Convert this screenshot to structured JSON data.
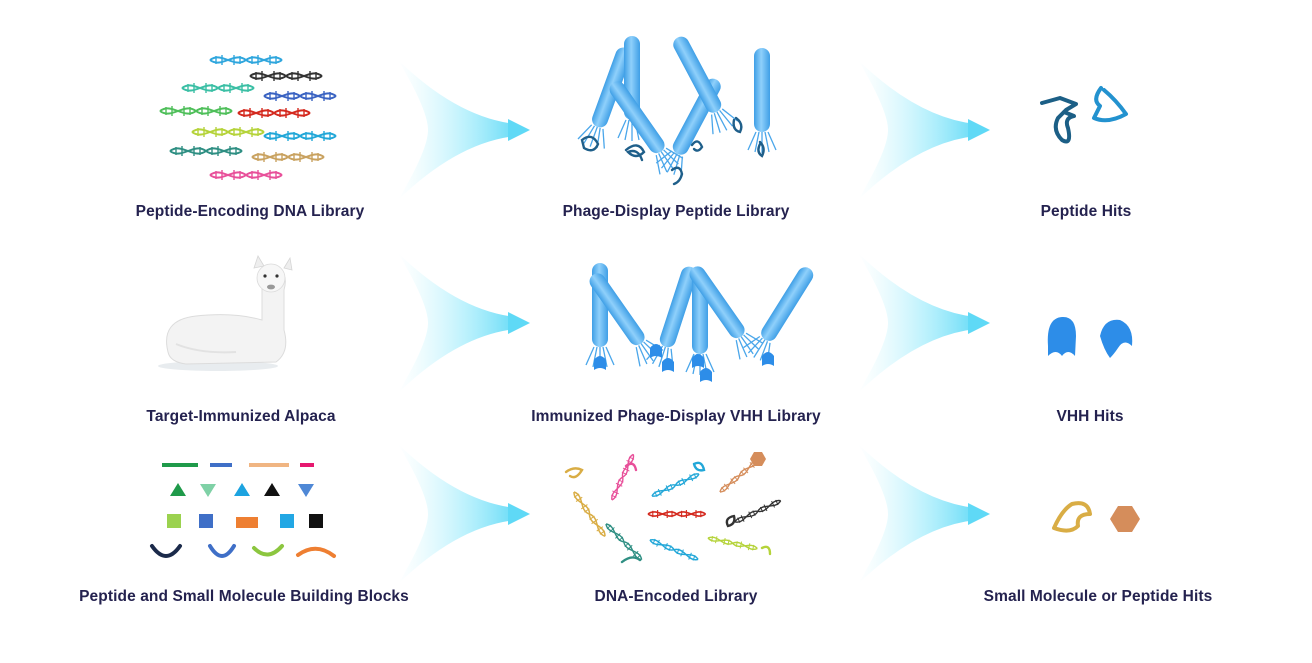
{
  "workflows": [
    {
      "steps": [
        {
          "label": "Peptide-Encoding DNA Library",
          "icon": "dna-helices-icon"
        },
        {
          "label": "Phage-Display Peptide Library",
          "icon": "phage-peptide-icon"
        },
        {
          "label": "Peptide Hits",
          "icon": "peptide-hits-icon"
        }
      ]
    },
    {
      "steps": [
        {
          "label": "Target-Immunized Alpaca",
          "icon": "alpaca-icon"
        },
        {
          "label": "Immunized Phage-Display VHH Library",
          "icon": "phage-vhh-icon"
        },
        {
          "label": "VHH Hits",
          "icon": "vhh-hits-icon"
        }
      ]
    },
    {
      "steps": [
        {
          "label": "Peptide and Small Molecule Building Blocks",
          "icon": "building-blocks-icon"
        },
        {
          "label": "DNA-Encoded Library",
          "icon": "dna-encoded-library-icon"
        },
        {
          "label": "Small Molecule or Peptide Hits",
          "icon": "small-molecule-hits-icon"
        }
      ]
    }
  ],
  "colors": {
    "caption": "#24224f",
    "arrow": "#7fe3f8",
    "phage": "#5ab4ee",
    "peptide": "#1f6e96",
    "vhh": "#2d8de8",
    "small_molecule": "#d58d5b",
    "peptide_gold": "#d9ad45"
  }
}
